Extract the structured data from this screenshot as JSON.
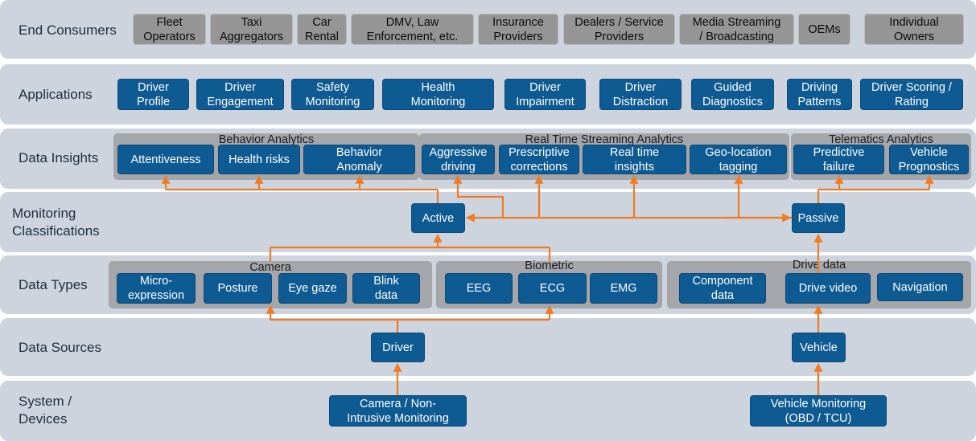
{
  "rows": {
    "end_consumers": "End Consumers",
    "applications": "Applications",
    "data_insights": "Data Insights",
    "monitoring": "Monitoring\nClassifications",
    "data_types": "Data Types",
    "data_sources": "Data Sources",
    "system_devices": "System /\nDevices"
  },
  "end_consumers": [
    "Fleet\nOperators",
    "Taxi\nAggregators",
    "Car\nRental",
    "DMV, Law\nEnforcement, etc.",
    "Insurance\nProviders",
    "Dealers / Service\nProviders",
    "Media Streaming\n/ Broadcasting",
    "OEMs",
    "Individual\nOwners"
  ],
  "applications": [
    "Driver\nProfile",
    "Driver\nEngagement",
    "Safety\nMonitoring",
    "Health\nMonitoring",
    "Driver\nImpairment",
    "Driver\nDistraction",
    "Guided\nDiagnostics",
    "Driving\nPatterns",
    "Driver Scoring /\nRating"
  ],
  "insights": {
    "behavior": {
      "title": "Behavior Analytics",
      "items": [
        "Attentiveness",
        "Health risks",
        "Behavior\nAnomaly"
      ]
    },
    "realtime": {
      "title": "Real Time Streaming  Analytics",
      "items": [
        "Aggressive\ndriving",
        "Prescriptive\ncorrections",
        "Real time\ninsights",
        "Geo-location\ntagging"
      ]
    },
    "telematics": {
      "title": "Telematics Analytics",
      "items": [
        "Predictive\nfailure",
        "Vehicle\nPrognostics"
      ]
    }
  },
  "monitoring": {
    "active": "Active",
    "passive": "Passive"
  },
  "data_types": {
    "camera": {
      "title": "Camera",
      "items": [
        "Micro-\nexpression",
        "Posture",
        "Eye gaze",
        "Blink\ndata"
      ]
    },
    "biometric": {
      "title": "Biometric",
      "items": [
        "EEG",
        "ECG",
        "EMG"
      ]
    },
    "drive": {
      "title": "Drive data",
      "items": [
        "Component\ndata",
        "Drive video",
        "Navigation"
      ]
    }
  },
  "sources": {
    "driver": "Driver",
    "vehicle": "Vehicle"
  },
  "devices": {
    "camera": "Camera / Non-\nIntrusive Monitoring",
    "vehicle": "Vehicle Monitoring\n(OBD / TCU)"
  },
  "colors": {
    "arrow": "#f07b22",
    "box_blue": "#0e5a92",
    "box_gray": "#959596",
    "band": "#cdd4de"
  }
}
